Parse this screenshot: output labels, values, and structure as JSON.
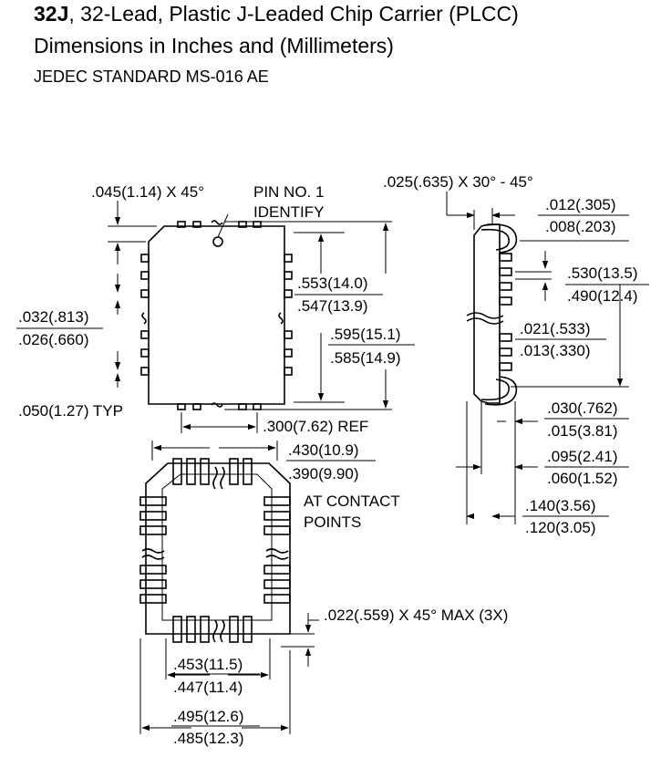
{
  "header": {
    "part_code": "32J",
    "title_rest": ", 32-Lead, Plastic J-Leaded Chip Carrier (PLCC)",
    "subtitle": "Dimensions in Inches and (Millimeters)",
    "standard": "JEDEC STANDARD MS-016 AE"
  },
  "labels": {
    "chamfer": ".045(1.14) X 45°",
    "pin1_line1": "PIN NO. 1",
    "pin1_line2": "IDENTIFY",
    "body_w_max": ".553(14.0)",
    "body_w_min": ".547(13.9)",
    "pkg_l_max": ".595(15.1)",
    "pkg_l_min": ".585(14.9)",
    "lead_w_max": ".032(.813)",
    "lead_w_min": ".026(.660)",
    "pitch": ".050(1.27) TYP",
    "ref": ".300(7.62) REF",
    "contact_max": ".430(10.9)",
    "contact_min": ".390(9.90)",
    "contact_note1": "AT CONTACT",
    "contact_note2": "POINTS",
    "corner_note": ".022(.559) X 45° MAX (3X)",
    "body_w2_max": ".453(11.5)",
    "body_w2_min": ".447(11.4)",
    "pkg_w_max": ".495(12.6)",
    "pkg_w_min": ".485(12.3)",
    "side_angle": ".025(.635) X 30° - 45°",
    "side_a_max": ".012(.305)",
    "side_a_min": ".008(.203)",
    "side_b_max": ".530(13.5)",
    "side_b_min": ".490(12.4)",
    "side_c_max": ".021(.533)",
    "side_c_min": ".013(.330)",
    "side_d_max": ".030(.762)",
    "side_d_min": ".015(3.81)",
    "side_e_max": ".095(2.41)",
    "side_e_min": ".060(1.52)",
    "side_f_max": ".140(3.56)",
    "side_f_min": ".120(3.05)"
  }
}
